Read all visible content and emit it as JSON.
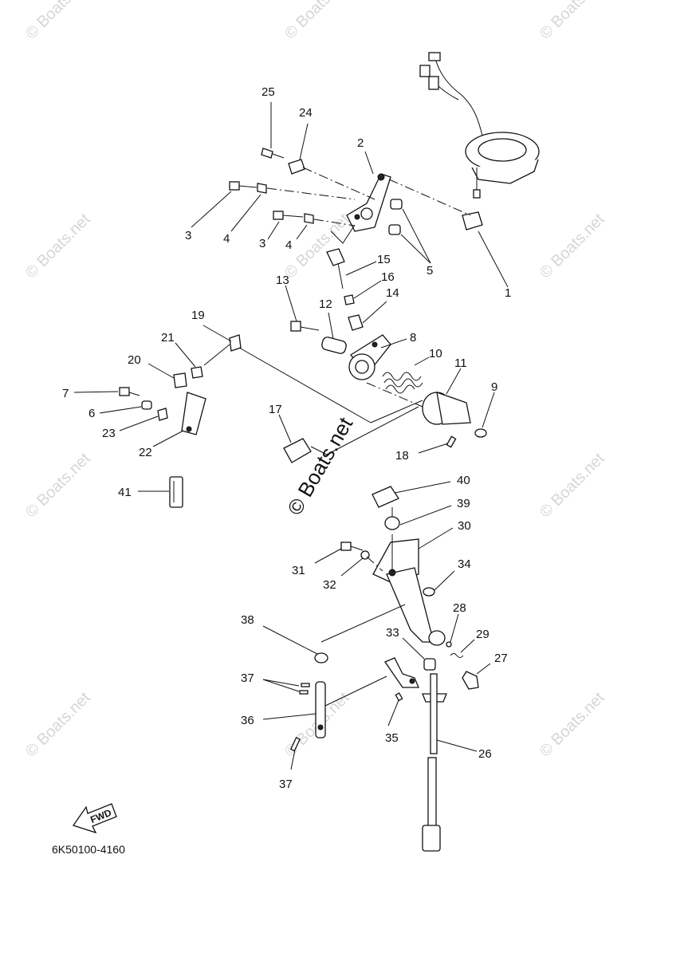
{
  "diagram": {
    "drawing_code": "6K50100-4160",
    "fwd_label": "FWD",
    "watermark": "© Boats.net",
    "part_labels": [
      "1",
      "2",
      "3",
      "3",
      "4",
      "4",
      "5",
      "6",
      "7",
      "8",
      "9",
      "10",
      "11",
      "12",
      "13",
      "14",
      "15",
      "16",
      "17",
      "18",
      "19",
      "20",
      "21",
      "22",
      "23",
      "24",
      "25",
      "26",
      "27",
      "28",
      "29",
      "30",
      "31",
      "32",
      "33",
      "34",
      "35",
      "36",
      "37",
      "37",
      "38",
      "39",
      "40",
      "41"
    ]
  }
}
